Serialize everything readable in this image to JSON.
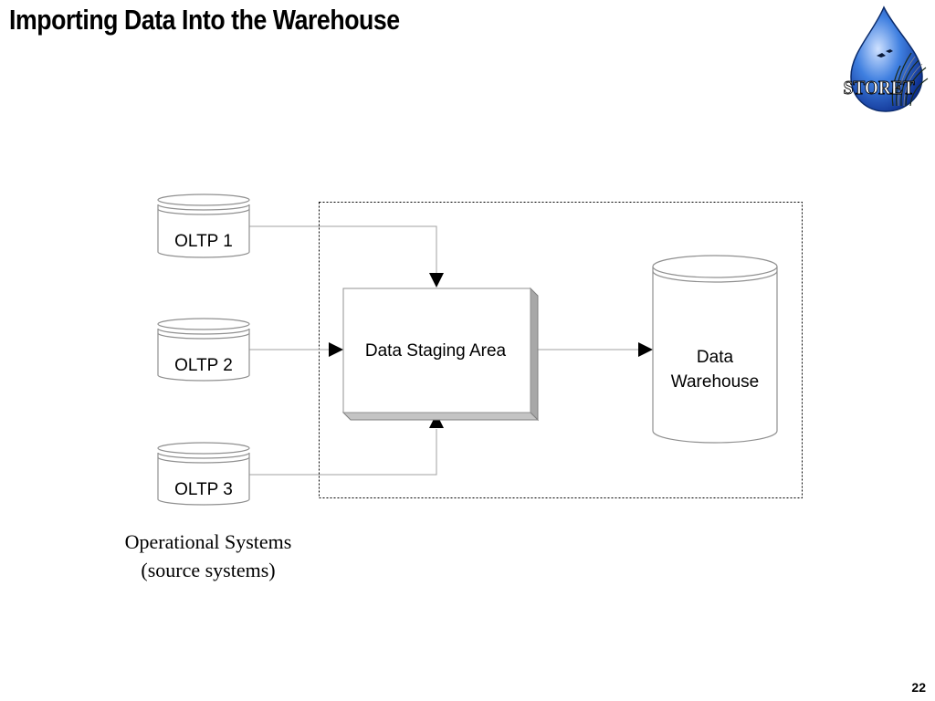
{
  "slide": {
    "title": "Importing Data Into the Warehouse",
    "page_number": "22",
    "logo_text": "STORET"
  },
  "diagram": {
    "sources": [
      {
        "label": "OLTP 1"
      },
      {
        "label": "OLTP 2"
      },
      {
        "label": "OLTP 3"
      }
    ],
    "staging": {
      "label": "Data Staging Area"
    },
    "warehouse": {
      "label_line1": "Data",
      "label_line2": "Warehouse"
    },
    "caption_line1": "Operational Systems",
    "caption_line2": "(source systems)"
  }
}
